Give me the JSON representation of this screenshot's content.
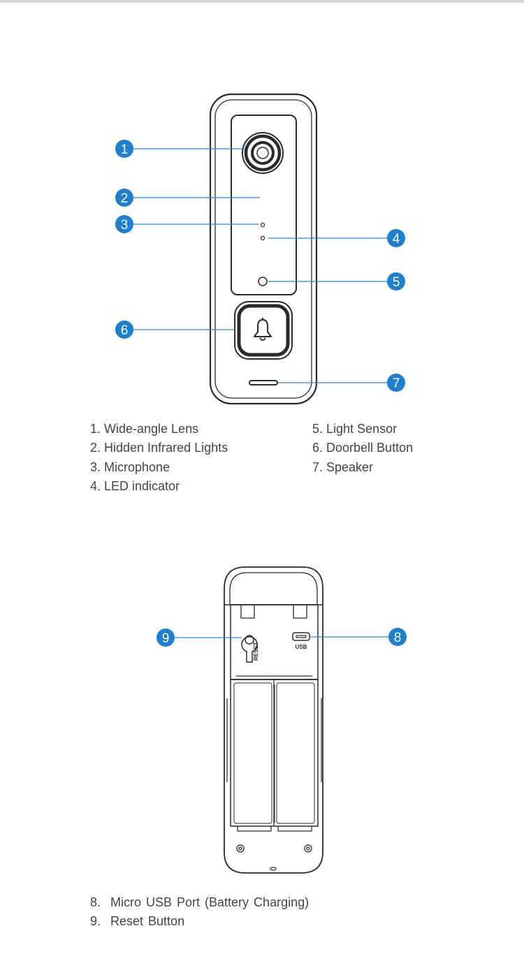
{
  "front_view": {
    "callouts": [
      "1",
      "2",
      "3",
      "4",
      "5",
      "6",
      "7"
    ],
    "legend_left": [
      "1. Wide-angle Lens",
      "2. Hidden Infrared Lights",
      "3. Microphone",
      "4. LED indicator"
    ],
    "legend_right": [
      "5. Light Sensor",
      "6. Doorbell Button",
      "7. Speaker"
    ]
  },
  "back_view": {
    "callouts": [
      "9",
      "8"
    ],
    "reset_label": "RESET",
    "usb_label": "USB",
    "legend": [
      "8.  Micro USB Port (Battery Charging)",
      "9.  Reset Button"
    ]
  },
  "colors": {
    "callout_fill": "#1c7fcf",
    "leader_line": "#2a86d0",
    "device_outline": "#2b2b2b",
    "legend_text": "#444444"
  }
}
